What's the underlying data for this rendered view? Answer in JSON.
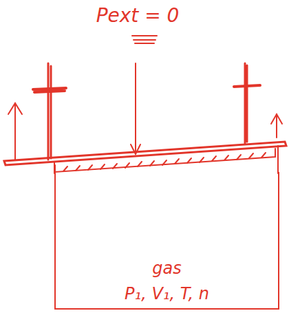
{
  "diagram": {
    "nodes": [
      {
        "text": [
          "gas",
          "P₁, V₁, T, n"
        ]
      }
    ],
    "labels": [
      "Pext = 0"
    ]
  }
}
